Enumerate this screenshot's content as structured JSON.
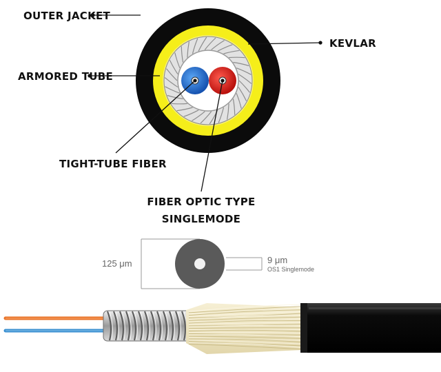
{
  "labels": {
    "outer_jacket": "OUTER JACKET",
    "kevlar": "KEVLAR",
    "armored_tube": "ARMORED TUBE",
    "tight_tube_fiber": "TIGHT-TUBE FIBER",
    "fiber_optic_type_line1": "FIBER OPTIC TYPE",
    "fiber_optic_type_line2": "SINGLEMODE"
  },
  "dimensions": {
    "cladding": "125 μm",
    "core": "9 μm",
    "core_note": "OS1 Singlemode"
  },
  "colors": {
    "jacket": "#0b0b0b",
    "kevlar": "#f5ee1a",
    "armor": "#d9d9d9",
    "fiber_blue": "#1f6fd6",
    "fiber_red": "#e0201b",
    "cladding": "#5a5a5a",
    "yarn": "#efe6c4",
    "strand_orange": "#e8742a",
    "strand_blue": "#3a8fd0"
  }
}
